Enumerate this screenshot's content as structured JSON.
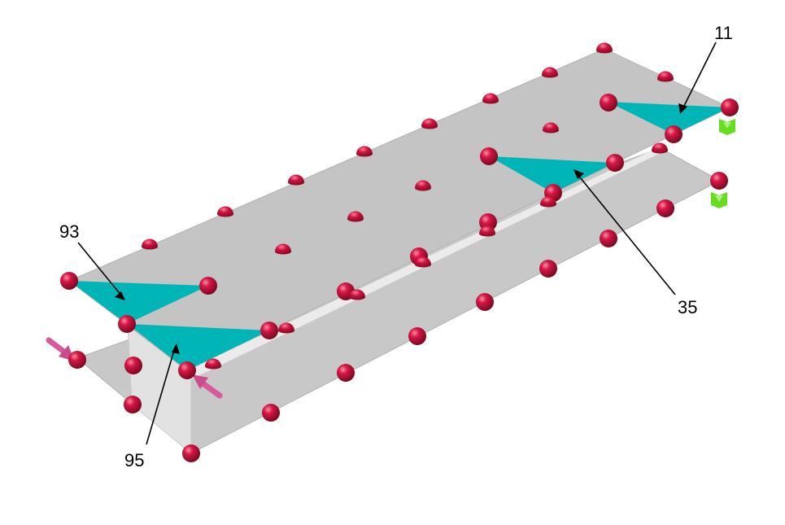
{
  "colors": {
    "plate": "#c6c6c6",
    "plate_edge": "#b4b4b4",
    "web": "#dcdcdc",
    "triangle": "#00b5b5",
    "node": "#c8123c",
    "node_highlight": "#ff6a86",
    "arrow_pink": "#d85a9a",
    "arrow_green": "#66dd22",
    "leader": "#000000"
  },
  "labels": {
    "label_11": "11",
    "label_35": "35",
    "label_93": "93",
    "label_95": "95"
  }
}
